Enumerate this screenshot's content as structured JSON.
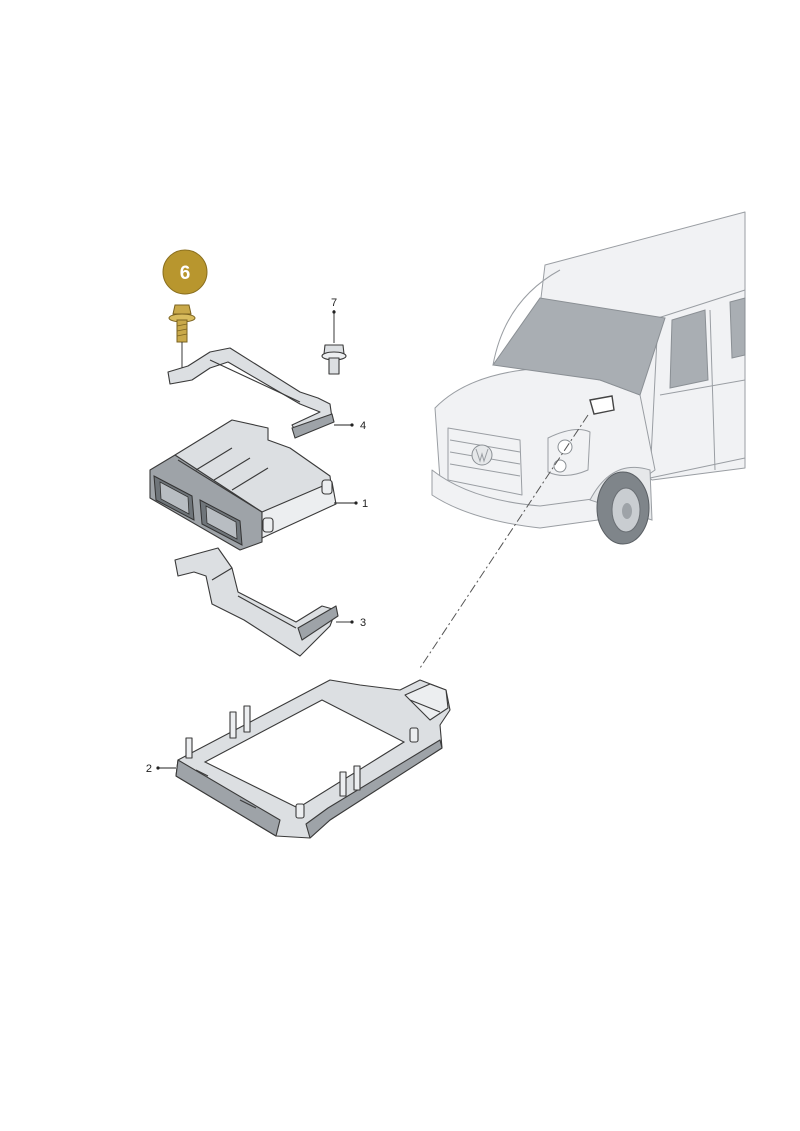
{
  "callouts": {
    "part_1": "1",
    "part_2": "2",
    "part_3": "3",
    "part_4": "4",
    "part_6": "6",
    "part_7": "7"
  },
  "colors": {
    "highlight_badge": "#b8962e",
    "highlight_part": "#c9a94a",
    "part_grey": "#dcdfe2",
    "outline": "#3a3a3a",
    "vehicle": "#f1f2f4"
  },
  "icons": {
    "vehicle": "van-front-icon",
    "highlight": "highlight-badge-icon"
  }
}
